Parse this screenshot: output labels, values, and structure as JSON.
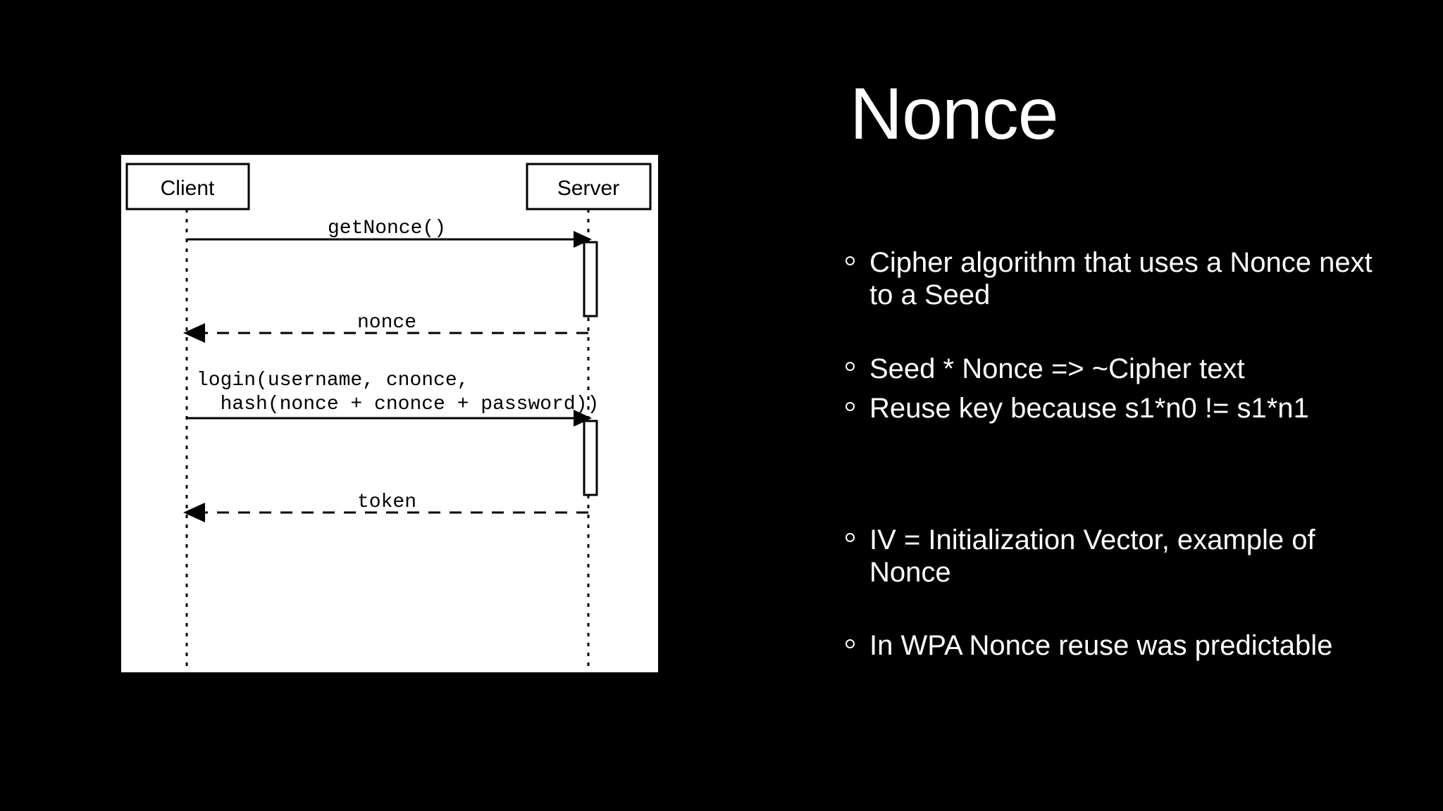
{
  "slide": {
    "background_color": "#000000",
    "text_color": "#ffffff",
    "title": "Nonce"
  },
  "bullets": [
    {
      "marker": "hollow-circle-bullet",
      "text": "Cipher algorithm that uses a Nonce next to a Seed",
      "gap": "none"
    },
    {
      "marker": "hollow-circle-bullet",
      "text": "Seed * Nonce => ~Cipher text",
      "gap": "md"
    },
    {
      "marker": "hollow-circle-bullet",
      "text": "Reuse key because s1*n0 != s1*n1",
      "gap": "sm"
    },
    {
      "marker": "hollow-circle-bullet",
      "text": "IV = Initialization Vector, example of Nonce",
      "gap": "lg"
    },
    {
      "marker": "hollow-circle-bullet",
      "text": "In WPA Nonce reuse was predictable",
      "gap": "md"
    }
  ],
  "diagram": {
    "type": "uml-sequence-diagram",
    "background_color": "#ffffff",
    "stroke_color": "#000000",
    "participants": [
      {
        "id": "client",
        "label": "Client"
      },
      {
        "id": "server",
        "label": "Server"
      }
    ],
    "messages": [
      {
        "from": "client",
        "to": "server",
        "label": "getNonce()",
        "style": "solid",
        "arrow": "filled"
      },
      {
        "from": "server",
        "to": "client",
        "label": "nonce",
        "style": "dashed",
        "arrow": "filled"
      },
      {
        "from": "client",
        "to": "server",
        "label": "login(username, cnonce,",
        "label_line2": "  hash(nonce + cnonce + password))",
        "style": "solid",
        "arrow": "filled"
      },
      {
        "from": "server",
        "to": "client",
        "label": "token",
        "style": "dashed",
        "arrow": "filled"
      }
    ],
    "activations": [
      {
        "on": "server",
        "start_message": "getNonce()",
        "end_message": "nonce"
      },
      {
        "on": "server",
        "start_message": "login",
        "end_message": "token"
      }
    ]
  }
}
